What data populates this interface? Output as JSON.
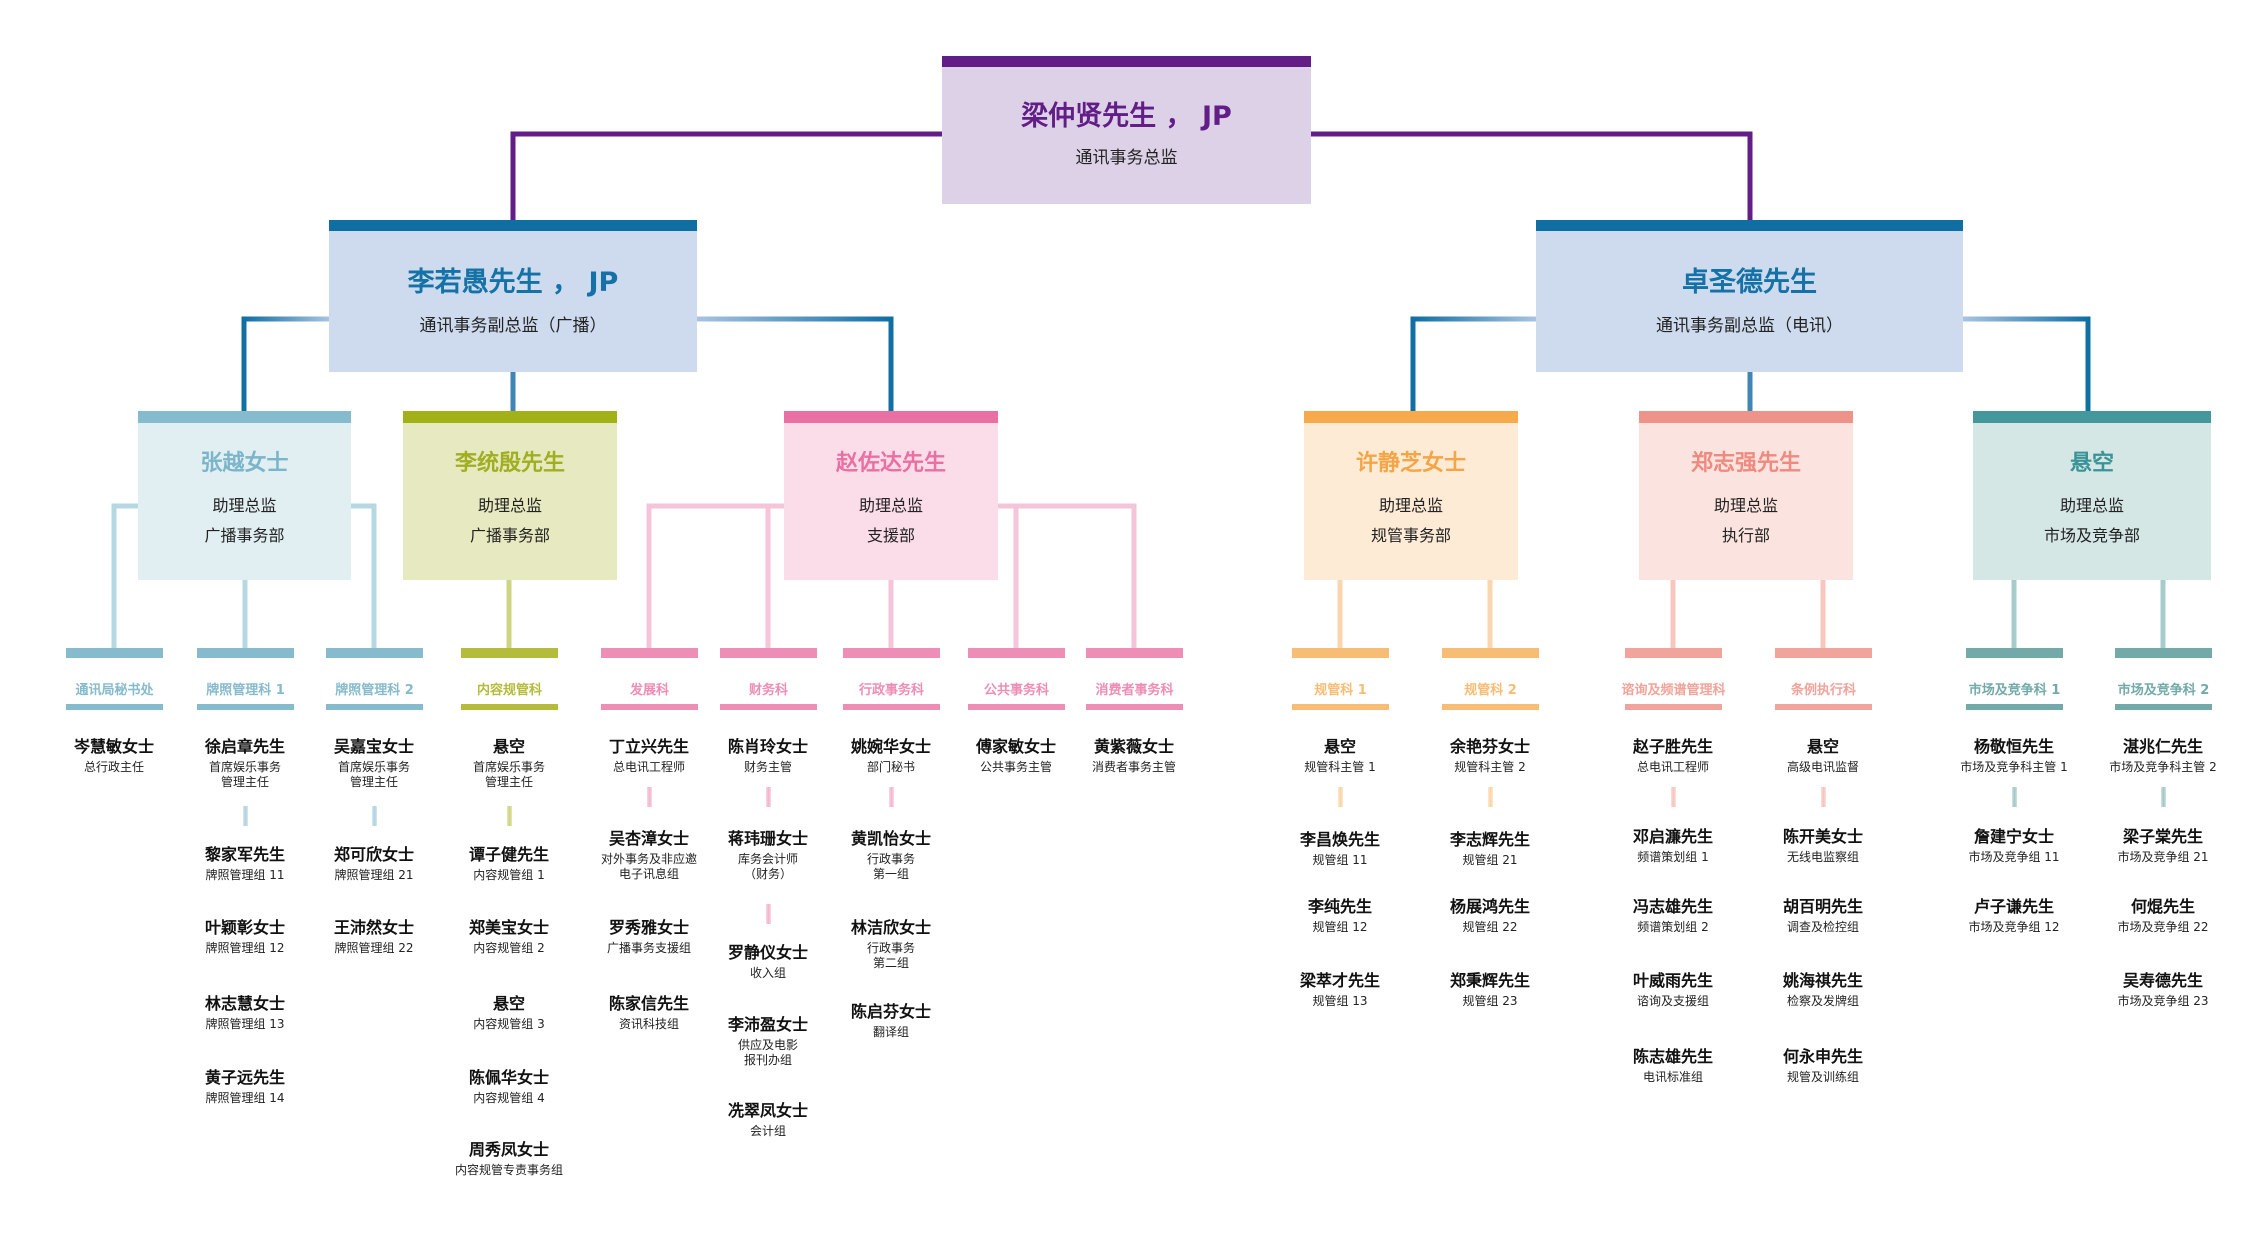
{
  "colors": {
    "purple": "#621d87",
    "blue": "#0f6fa3"
  },
  "top": {
    "name": "梁仲贤先生 ， JP",
    "title": "通讯事务总监"
  },
  "deputies": [
    {
      "name": "李若愚先生 ， JP",
      "title": "通讯事务副总监（广播）"
    },
    {
      "name": "卓圣德先生",
      "title": "通讯事务副总监（电讯）"
    }
  ],
  "assistants": [
    {
      "name": "张越女士",
      "title": "助理总监\n广播事务部",
      "bar": "#86bacd",
      "fill": "#e1eef2",
      "text": "#7bb5ca"
    },
    {
      "name": "李统殷先生",
      "title": "助理总监\n广播事务部",
      "bar": "#a1b117",
      "fill": "#e7eac0",
      "text": "#a0af22"
    },
    {
      "name": "赵佐达先生",
      "title": "助理总监\n支援部",
      "bar": "#ea6fa2",
      "fill": "#fadde9",
      "text": "#ea6fa2"
    },
    {
      "name": "许静芝女士",
      "title": "助理总监\n规管事务部",
      "bar": "#f6aa4c",
      "fill": "#fdebd6",
      "text": "#f4a545"
    },
    {
      "name": "郑志强先生",
      "title": "助理总监\n执行部",
      "bar": "#ee9389",
      "fill": "#fbe4df",
      "text": "#ee8a7f"
    },
    {
      "name": "悬空",
      "title": "助理总监\n市场及竞争部",
      "bar": "#44979a",
      "fill": "#d5e7e5",
      "text": "#3a9396"
    }
  ],
  "sections": [
    {
      "label": "通讯局秘书处",
      "color": "#86bacd",
      "people": [
        {
          "name": "岑慧敏女士",
          "title": "总行政主任"
        }
      ]
    },
    {
      "label": "牌照管理科 1",
      "color": "#86bacd",
      "people": [
        {
          "name": "徐启章先生",
          "title": "首席娱乐事务\n管理主任"
        },
        {
          "name": "黎家军先生",
          "title": "牌照管理组 11"
        },
        {
          "name": "叶颖彰女士",
          "title": "牌照管理组 12"
        },
        {
          "name": "林志慧女士",
          "title": "牌照管理组 13"
        },
        {
          "name": "黄子远先生",
          "title": "牌照管理组 14"
        }
      ]
    },
    {
      "label": "牌照管理科 2",
      "color": "#86bacd",
      "people": [
        {
          "name": "吴嘉宝女士",
          "title": "首席娱乐事务\n管理主任"
        },
        {
          "name": "郑可欣女士",
          "title": "牌照管理组 21"
        },
        {
          "name": "王沛然女士",
          "title": "牌照管理组 22"
        }
      ]
    },
    {
      "label": "内容规管科",
      "color": "#b5bb3a",
      "people": [
        {
          "name": "悬空",
          "title": "首席娱乐事务\n管理主任"
        },
        {
          "name": "谭子健先生",
          "title": "内容规管组 1"
        },
        {
          "name": "郑美宝女士",
          "title": "内容规管组 2"
        },
        {
          "name": "悬空",
          "title": "内容规管组 3"
        },
        {
          "name": "陈佩华女士",
          "title": "内容规管组 4"
        },
        {
          "name": "周秀凤女士",
          "title": "内容规管专责事务组"
        }
      ]
    },
    {
      "label": "发展科",
      "color": "#ee8db5",
      "people": [
        {
          "name": "丁立兴先生",
          "title": "总电讯工程师"
        },
        {
          "name": "吴杏漳女士",
          "title": "对外事务及非应邀\n电子讯息组"
        },
        {
          "name": "罗秀雅女士",
          "title": "广播事务支援组"
        },
        {
          "name": "陈家信先生",
          "title": "资讯科技组"
        }
      ]
    },
    {
      "label": "财务科",
      "color": "#ee8db5",
      "people": [
        {
          "name": "陈肖玲女士",
          "title": "财务主管"
        },
        {
          "name": "蒋玮珊女士",
          "title": "库务会计师\n（财务）"
        },
        {
          "name": "罗静仪女士",
          "title": "收入组"
        },
        {
          "name": "李沛盈女士",
          "title": "供应及电影\n报刊办组"
        },
        {
          "name": "冼翠凤女士",
          "title": "会计组"
        }
      ]
    },
    {
      "label": "行政事务科",
      "color": "#ee8db5",
      "people": [
        {
          "name": "姚婉华女士",
          "title": "部门秘书"
        },
        {
          "name": "黄凯怡女士",
          "title": "行政事务\n第一组"
        },
        {
          "name": "林洁欣女士",
          "title": "行政事务\n第二组"
        },
        {
          "name": "陈启芬女士",
          "title": "翻译组"
        }
      ]
    },
    {
      "label": "公共事务科",
      "color": "#ee8db5",
      "people": [
        {
          "name": "傅家敏女士",
          "title": "公共事务主管"
        }
      ]
    },
    {
      "label": "消费者事务科",
      "color": "#ee8db5",
      "people": [
        {
          "name": "黄紫薇女士",
          "title": "消费者事务主管"
        }
      ]
    },
    {
      "label": "规管科 1",
      "color": "#f8bd74",
      "people": [
        {
          "name": "悬空",
          "title": "规管科主管 1"
        },
        {
          "name": "李昌焕先生",
          "title": "规管组 11"
        },
        {
          "name": "李纯先生",
          "title": "规管组 12"
        },
        {
          "name": "梁萃才先生",
          "title": "规管组 13"
        }
      ]
    },
    {
      "label": "规管科 2",
      "color": "#f8bd74",
      "people": [
        {
          "name": "余艳芬女士",
          "title": "规管科主管 2"
        },
        {
          "name": "李志辉先生",
          "title": "规管组 21"
        },
        {
          "name": "杨展鸿先生",
          "title": "规管组 22"
        },
        {
          "name": "郑秉辉先生",
          "title": "规管组 23"
        }
      ]
    },
    {
      "label": "谘询及频谱管理科",
      "color": "#f0a49b",
      "people": [
        {
          "name": "赵子胜先生",
          "title": "总电讯工程师"
        },
        {
          "name": "邓启濂先生",
          "title": "频谱策划组 1"
        },
        {
          "name": "冯志雄先生",
          "title": "频谱策划组 2"
        },
        {
          "name": "叶威雨先生",
          "title": "谘询及支援组"
        },
        {
          "name": "陈志雄先生",
          "title": "电讯标准组"
        }
      ]
    },
    {
      "label": "条例执行科",
      "color": "#f0a49b",
      "people": [
        {
          "name": "悬空",
          "title": "高级电讯监督"
        },
        {
          "name": "陈开美女士",
          "title": "无线电监察组"
        },
        {
          "name": "胡百明先生",
          "title": "调查及检控组"
        },
        {
          "name": "姚海祺先生",
          "title": "检察及发牌组"
        },
        {
          "name": "何永申先生",
          "title": "规管及训练组"
        }
      ]
    },
    {
      "label": "市场及竞争科 1",
      "color": "#74a9a9",
      "people": [
        {
          "name": "杨敬恒先生",
          "title": "市场及竞争科主管 1"
        },
        {
          "name": "詹建宁女士",
          "title": "市场及竞争组 11"
        },
        {
          "name": "卢子谦先生",
          "title": "市场及竞争组 12"
        }
      ]
    },
    {
      "label": "市场及竞争科 2",
      "color": "#74a9a9",
      "people": [
        {
          "name": "湛兆仁先生",
          "title": "市场及竞争科主管 2"
        },
        {
          "name": "梁子棠先生",
          "title": "市场及竞争组 21"
        },
        {
          "name": "何焜先生",
          "title": "市场及竞争组 22"
        },
        {
          "name": "吴寿德先生",
          "title": "市场及竞争组 23"
        }
      ]
    }
  ]
}
